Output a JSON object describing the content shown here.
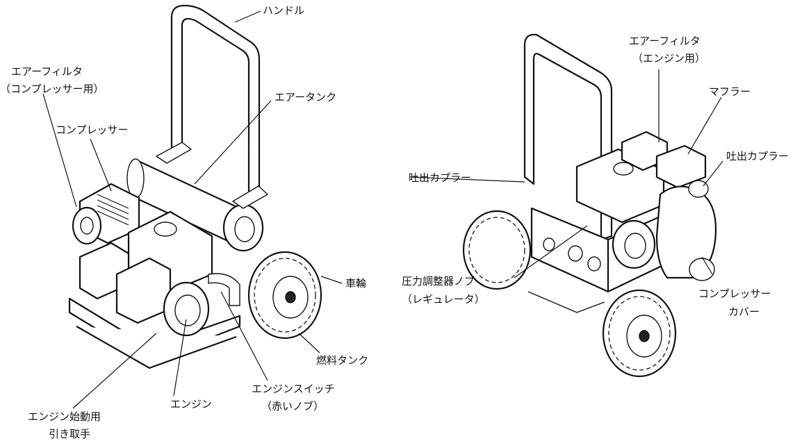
{
  "labels": {
    "handle": "ハンドル",
    "air_filter_comp_1": "エアーフィルタ",
    "air_filter_comp_2": "（コンプレッサー用）",
    "air_tank": "エアータンク",
    "compressor": "コンプレッサー",
    "wheel": "車輪",
    "fuel_tank": "燃料タンク",
    "engine_switch_1": "エンジンスイッチ",
    "engine_switch_2": "（赤いノブ）",
    "engine": "エンジン",
    "starter_1": "エンジン始動用",
    "starter_2": "引き取手",
    "air_filter_engine_1": "エアーフィルタ",
    "air_filter_engine_2": "（エンジン用）",
    "muffler": "マフラー",
    "outlet_coupler_left": "吐出カプラー",
    "outlet_coupler_right": "吐出カプラー",
    "regulator_1": "圧力調整器ノブ",
    "regulator_2": "（レギュレータ）",
    "compressor_cover_1": "コンプレッサー",
    "compressor_cover_2": "カバー"
  },
  "colors": {
    "line": "#111111",
    "background": "#ffffff"
  }
}
